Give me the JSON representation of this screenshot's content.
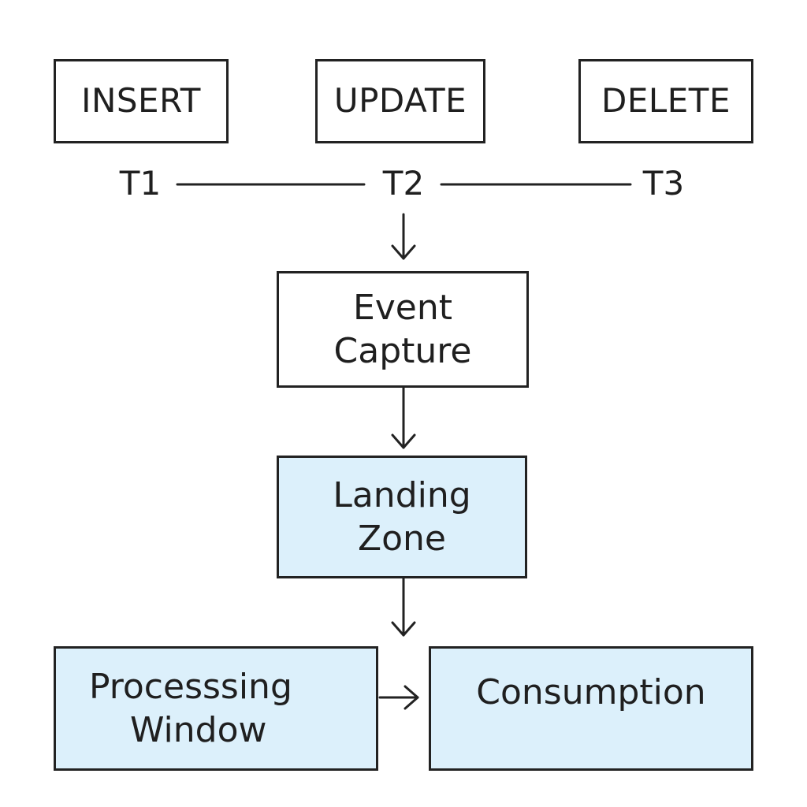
{
  "operations": {
    "insert": "INSERT",
    "update": "UPDATE",
    "delete": "DELETE"
  },
  "timeline": {
    "t1": "T1",
    "t2": "T2",
    "t3": "T3"
  },
  "nodes": {
    "event_capture": [
      "Event",
      "Capture"
    ],
    "landing_zone": [
      "Landing",
      "Zone"
    ],
    "processing_window": [
      "Processsing",
      "Window"
    ],
    "consumption": [
      "Consumption"
    ]
  },
  "colors": {
    "stroke": "#222222",
    "white_fill": "#ffffff",
    "blue_fill": "#dcf0fb"
  }
}
